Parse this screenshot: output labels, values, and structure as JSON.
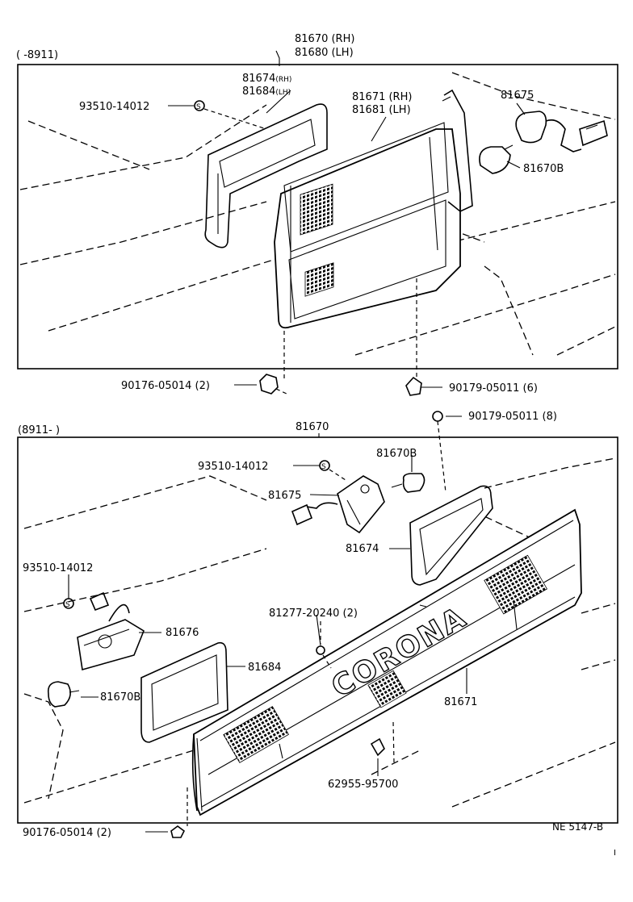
{
  "top_section": {
    "range_label": "(      -8911)",
    "assembly_rh": "81670 (RH)",
    "assembly_lh": "81680 (LH)",
    "gasket_rh": "81674",
    "gasket_rh_suffix": "(RH)",
    "gasket_lh": "81684",
    "gasket_lh_suffix": "(LH)",
    "lens_rh": "81671 (RH)",
    "lens_lh": "81681 (LH)",
    "socket": "81675",
    "bulb": "81670B",
    "screw": "93510-14012",
    "nut": "90176-05014 (2)",
    "clip": "90179-05011 (6)"
  },
  "bottom_section": {
    "range_label": "(8911-      )",
    "assembly": "81670",
    "clip": "90179-05011 (8)",
    "bulb_right": "81670B",
    "screw_right": "93510-14012",
    "socket": "81675",
    "gasket_right": "81674",
    "screw_left": "93510-14012",
    "socket_left": "81676",
    "gasket_left": "81684",
    "bulb_left": "81670B",
    "grommet": "81277-20240 (2)",
    "lens": "81671",
    "emblem_text": "CORONA",
    "clip_lower": "62955-95700",
    "nut": "90176-05014 (2)"
  },
  "footer": {
    "drawing_number": "NE 5147-B",
    "corner_mark": "I"
  }
}
